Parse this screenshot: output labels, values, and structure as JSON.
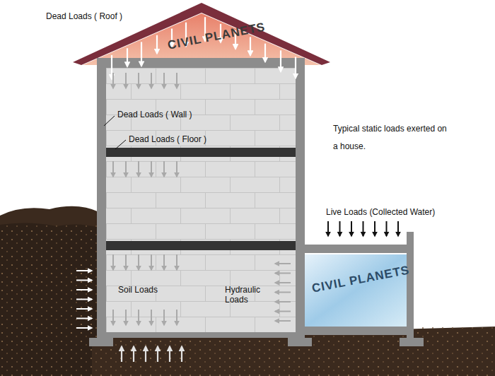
{
  "diagram": {
    "labels": [
      "Dead Loads ( Roof )",
      "Dead Loads ( Wall )",
      "Dead Loads ( Floor )",
      "Typical static loads exerted on a house.",
      "Live Loads (Collected Water)",
      "Soil Loads",
      "Hydraulic Loads",
      "CIVIL PLANETS",
      "CIVIL PLANETS"
    ]
  }
}
